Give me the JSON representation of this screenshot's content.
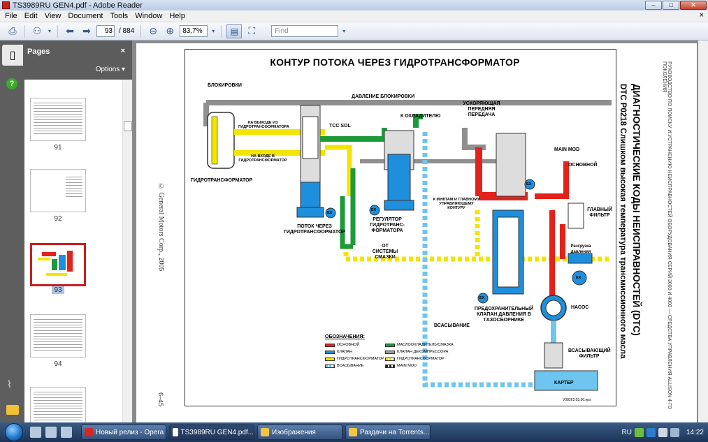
{
  "window": {
    "title": "TS3989RU GEN4.pdf - Adobe Reader"
  },
  "window_buttons": {
    "minimize": "–",
    "maximize": "□",
    "close": "✕"
  },
  "menu": {
    "items": [
      "File",
      "Edit",
      "View",
      "Document",
      "Tools",
      "Window",
      "Help"
    ],
    "close": "×"
  },
  "toolbar": {
    "page_current": "93",
    "page_total": "/ 884",
    "zoom": "83,7%",
    "find_placeholder": "Find"
  },
  "pages_panel": {
    "title": "Pages",
    "close": "×",
    "options": "Options ▾",
    "thumbnails": [
      {
        "label": "91"
      },
      {
        "label": "92"
      },
      {
        "label": "93"
      },
      {
        "label": "94"
      }
    ]
  },
  "document": {
    "title": "КОНТУР ПОТОКА ЧЕРЕЗ ГИДРОТРАНСФОРМАТОР",
    "copyright": "© General Motors Corp., 2005",
    "page_number": "6–45",
    "side_heading": "ДИАГНОСТИЧЕСКИЕ КОДЫ НЕИСПРАВНОСТЕЙ (DTC)",
    "side_sub": "DTC P0218 Слишком высокая температура трансмиссионного масла",
    "side_small": "РУКОВОДСТВО ПО ПОИСКУ И УСТРАНЕНИЮ НЕИСПРАВНОСТЕЙ ОБОРУДОВАНИЯ СЕРИЙ 3000 И 4000 — СРЕДСТВА УПРАВЛЕНИЯ ALLISON 4-ГО ПОКОЛЕНИЯ",
    "ref_code": "V08262.03.00.eps",
    "labels": {
      "lockups": "БЛОКИРОВКИ",
      "lockup_pressure": "ДАВЛЕНИЕ БЛОКИРОВКИ",
      "tcc_sol": "TCC SOL",
      "to_cooler": "К ОХЛАДИТЕЛЮ",
      "accel_forward": "УСКОРЯЮЩАЯ ПЕРЕДНЯЯ ПЕРЕДАЧА",
      "main_mod": "MAIN MOD",
      "main": "ОСНОВНОЙ",
      "tc_out": "НА ВЫХОДЕ ИЗ ГИДРОТРАНСФОРМАТОРА",
      "tc_in": "НА ВХОДЕ В ГИДРОТРАНСФОРМАТОР",
      "torque_converter": "ГИДРОТРАНСФОРМАТОР",
      "to_clutches": "К МУФТАМ И ГЛАВНОМУ УПРАВЛЯЮЩЕМУ КОНТУРУ",
      "main_filter": "ГЛАВНЫЙ ФИЛЬТР",
      "pressure_relief": "Разгрузка давления",
      "flow_tc": "ПОТОК ЧЕРЕЗ ГИДРОТРАНСФОРМАТОР",
      "tc_regulator": "РЕГУЛЯТОР ГИДРОТРАНС- ФОРМАТОРА",
      "from_lube": "ОТ СИСТЕМЫ СМАЗКИ",
      "safety_valve": "ПРЕДОХРАНИТЕЛЬНЫЙ КЛАПАН ДАВЛЕНИЯ В ГАЗОСБОРНИКЕ",
      "pump": "НАСОС",
      "suction": "ВСАСЫВАНИЕ",
      "suction_filter": "ВСАСЫВАЮЩИЙ ФИЛЬТР",
      "sump": "КАРТЕР",
      "ex": "EX"
    },
    "legend": {
      "title": "ОБОЗНАЧЕНИЯ:",
      "items": [
        {
          "label": "ОСНОВНОЙ",
          "color": "#e3231b"
        },
        {
          "label": "МАСЛООХЛАДИТЕЛЬ/СМАЗКА",
          "color": "#1f9a3b"
        },
        {
          "label": "КЛАПАН",
          "color": "#1e8fdc"
        },
        {
          "label": "КЛАПАН ДЕКОМПРЕССОРА",
          "color": "#9e9e9e"
        },
        {
          "label": "ГИДРОТРАНСФОРМАТОР",
          "color": "#f2e500"
        },
        {
          "label": "ГИДРОТРАНСФОРМАТОР",
          "color": "#f2e500"
        },
        {
          "label": "ВСАСЫВАНИЕ",
          "color": "#6ec6f0"
        },
        {
          "label": "MAIN MOD",
          "color": "#222222"
        }
      ]
    }
  },
  "taskbar": {
    "buttons": [
      "Новый релиз - Opera",
      "TS3989RU GEN4.pdf...",
      "Изображения",
      "Раздачи на Torrents..."
    ],
    "language": "RU",
    "clock": "14:22"
  }
}
